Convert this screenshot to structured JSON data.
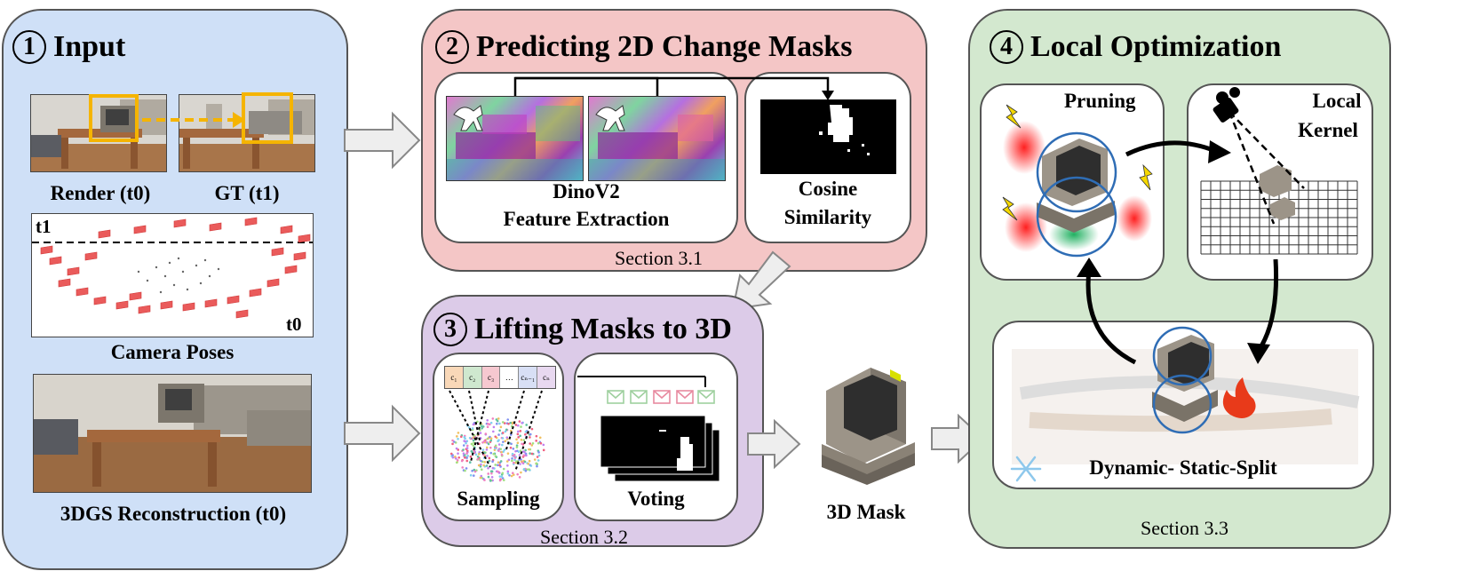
{
  "panels": {
    "input": {
      "number": "1",
      "title": "Input"
    },
    "masks2d": {
      "number": "2",
      "title": "Predicting 2D Change Masks",
      "section": "Section 3.1"
    },
    "lifting": {
      "number": "3",
      "title": "Lifting Masks to 3D",
      "section": "Section 3.2"
    },
    "local_opt": {
      "number": "4",
      "title": "Local Optimization",
      "section": "Section 3.3"
    }
  },
  "input_labels": {
    "render": "Render (t0)",
    "gt": "GT (t1)",
    "t1": "t1",
    "t0": "t0",
    "camera_poses": "Camera Poses",
    "reconstruction": "3DGS Reconstruction (t0)"
  },
  "masks2d_labels": {
    "dino_line1": "DinoV2",
    "dino_line2": "Feature Extraction",
    "cos_line1": "Cosine",
    "cos_line2": "Similarity"
  },
  "lifting_labels": {
    "sampling": "Sampling",
    "voting": "Voting",
    "tokens": [
      "c₁",
      "c₂",
      "c₃",
      "…",
      "cₙ₋₁",
      "cₙ"
    ]
  },
  "mask3d_label": "3D Mask",
  "local_opt_labels": {
    "pruning": "Pruning",
    "kernel_line1": "Local",
    "kernel_line2": "Kernel",
    "split": "Dynamic- Static-Split"
  },
  "colors": {
    "input_bg": "#cfe0f7",
    "masks2d_bg": "#f4c6c6",
    "lifting_bg": "#dccbe8",
    "local_opt_bg": "#d3e8cf",
    "highlight": "#f5b400",
    "circle": "#2f6db5"
  }
}
